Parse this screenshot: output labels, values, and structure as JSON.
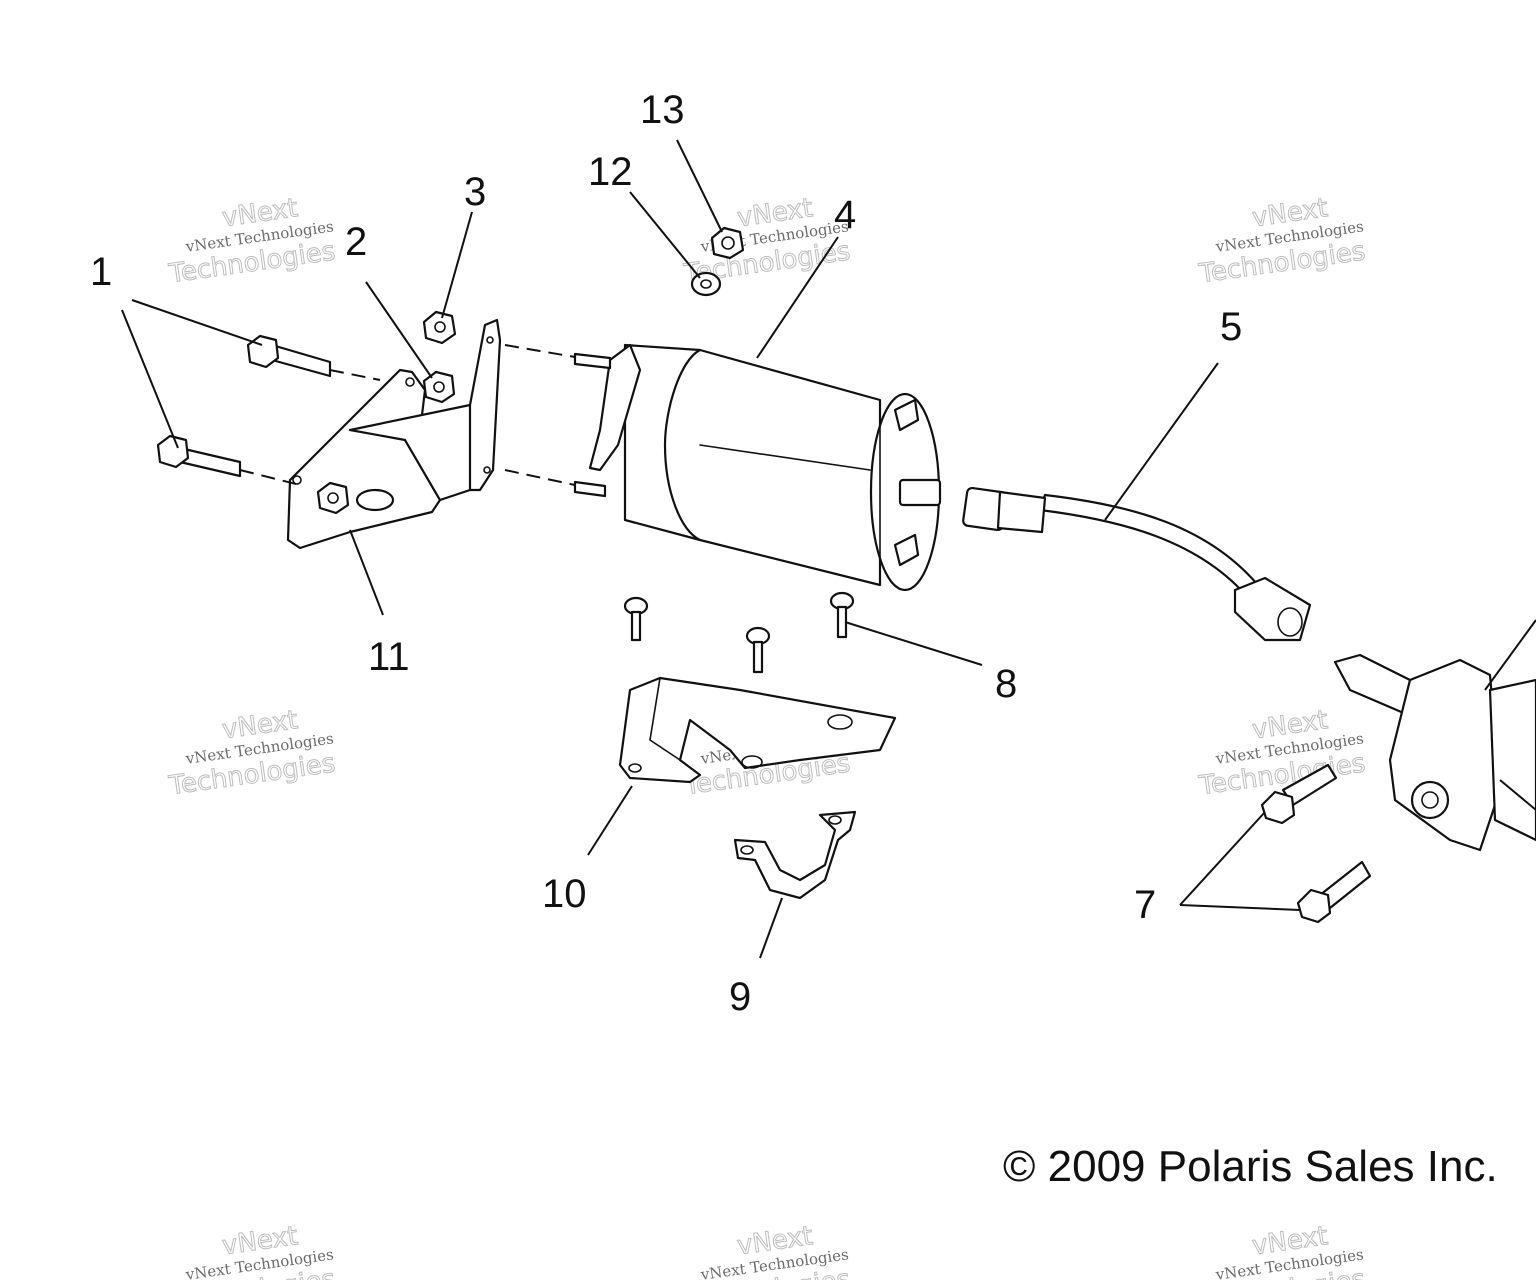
{
  "callouts": [
    {
      "id": "1",
      "label": "1"
    },
    {
      "id": "2",
      "label": "2"
    },
    {
      "id": "3",
      "label": "3"
    },
    {
      "id": "4",
      "label": "4"
    },
    {
      "id": "5",
      "label": "5"
    },
    {
      "id": "7",
      "label": "7"
    },
    {
      "id": "8",
      "label": "8"
    },
    {
      "id": "9",
      "label": "9"
    },
    {
      "id": "10",
      "label": "10"
    },
    {
      "id": "11",
      "label": "11"
    },
    {
      "id": "12",
      "label": "12"
    },
    {
      "id": "13",
      "label": "13"
    }
  ],
  "copyright": "© 2009 Polaris Sales Inc.",
  "watermark": {
    "line1": "vNext Technologies",
    "line2": "vNext",
    "line3": "Technologies"
  }
}
